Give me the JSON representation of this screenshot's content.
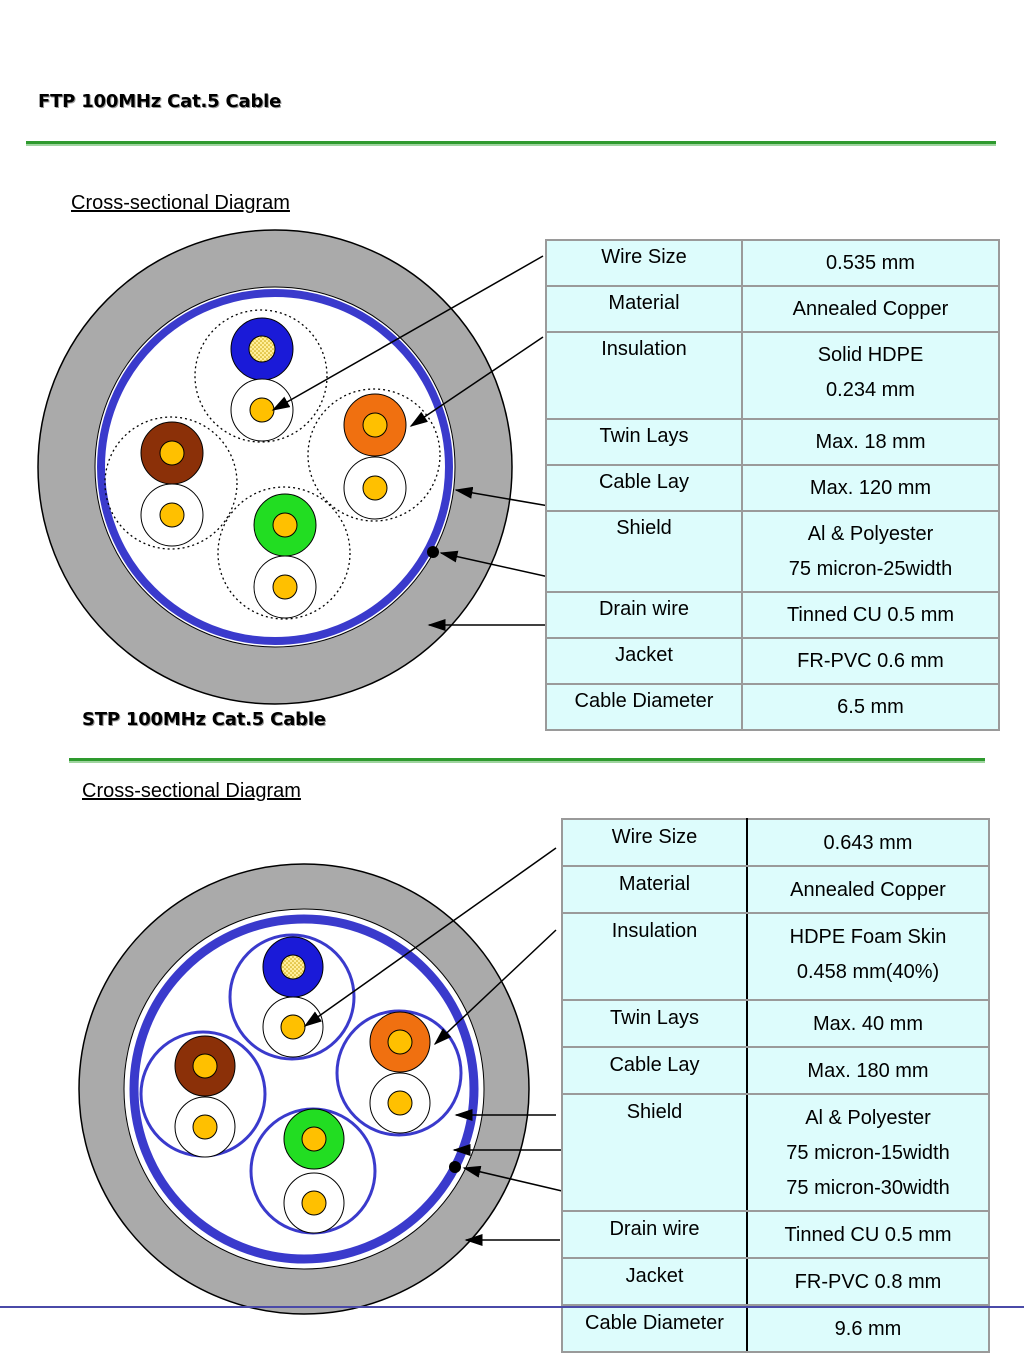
{
  "ftp": {
    "title": "FTP 100MHz Cat.5 Cable",
    "subtitle": "Cross-sectional Diagram",
    "specs": [
      {
        "label": "Wire Size",
        "value": [
          "0.535 mm"
        ]
      },
      {
        "label": "Material",
        "value": [
          "Annealed Copper"
        ]
      },
      {
        "label": "Insulation",
        "value": [
          "Solid HDPE",
          "0.234 mm"
        ]
      },
      {
        "label": "Twin Lays",
        "value": [
          "Max. 18 mm"
        ]
      },
      {
        "label": "Cable Lay",
        "value": [
          "Max. 120 mm"
        ]
      },
      {
        "label": "Shield",
        "value": [
          "Al & Polyester",
          "75 micron-25width"
        ]
      },
      {
        "label": "Drain wire",
        "value": [
          "Tinned CU  0.5 mm"
        ]
      },
      {
        "label": "Jacket",
        "value": [
          "FR-PVC  0.6 mm"
        ]
      },
      {
        "label": "Cable Diameter",
        "value": [
          "6.5 mm"
        ]
      }
    ]
  },
  "stp": {
    "title": "STP 100MHz Cat.5 Cable",
    "subtitle": "Cross-sectional Diagram",
    "specs": [
      {
        "label": "Wire Size",
        "value": [
          "0.643 mm"
        ]
      },
      {
        "label": "Material",
        "value": [
          "Annealed Copper"
        ]
      },
      {
        "label": "Insulation",
        "value": [
          "HDPE Foam Skin",
          "0.458 mm(40%)"
        ]
      },
      {
        "label": "Twin Lays",
        "value": [
          "Max. 40 mm"
        ]
      },
      {
        "label": "Cable Lay",
        "value": [
          "Max. 180 mm"
        ]
      },
      {
        "label": "Shield",
        "value": [
          "Al & Polyester",
          "75 micron-15width",
          "75 micron-30width"
        ]
      },
      {
        "label": "Drain wire",
        "value": [
          "Tinned CU  0.5 mm"
        ]
      },
      {
        "label": "Jacket",
        "value": [
          "FR-PVC  0.8 mm"
        ]
      },
      {
        "label": "Cable Diameter",
        "value": [
          "9.6 mm"
        ]
      }
    ]
  },
  "colors": {
    "jacket": "#aaaaaa",
    "shield": "#3a3acc",
    "pair_blue": "#1a1ad8",
    "pair_orange": "#f07010",
    "pair_brown": "#8b3008",
    "pair_green": "#22dd22",
    "conductor": "#ffc000",
    "title_rule": "#2e9a2e",
    "table_fill": "#ddfcfc"
  }
}
